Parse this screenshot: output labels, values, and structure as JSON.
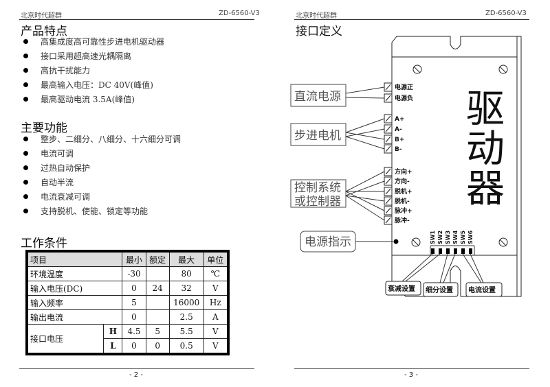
{
  "left_page": {
    "header_company": "北京时代超群",
    "header_model": "ZD-6560-V3",
    "features_title": "产品特点",
    "features": [
      "高集成度高可靠性步进电机驱动器",
      "接口采用超高速光耦隔离",
      "高抗干扰能力",
      "最高输入电压：DC 40V(峰值)",
      "最高驱动电流 3.5A(峰值)"
    ],
    "functions_title": "主要功能",
    "functions": [
      "整步、二细分、八细分、十六细分可调",
      "电流可调",
      "过热自动保护",
      "自动半流",
      "电流衰减可调",
      "支持脱机、使能、锁定等功能"
    ],
    "conditions_title": "工作条件",
    "table": {
      "headers": [
        "项目",
        "最小",
        "额定",
        "最大",
        "单位"
      ],
      "rows": [
        {
          "item": "环境温度",
          "min": "-30",
          "rated": "",
          "max": "80",
          "unit": "℃"
        },
        {
          "item": "输入电压(DC)",
          "min": "0",
          "rated": "24",
          "max": "32",
          "unit": "V"
        },
        {
          "item": "输入频率",
          "min": "5",
          "rated": "",
          "max": "16000",
          "unit": "Hz"
        },
        {
          "item": "输出电流",
          "min": "0",
          "rated": "",
          "max": "2.5",
          "unit": "A"
        }
      ],
      "interface": {
        "item": "接口电压",
        "H": {
          "label": "H",
          "min": "4.5",
          "rated": "5",
          "max": "5.5",
          "unit": "V"
        },
        "L": {
          "label": "L",
          "min": "0",
          "rated": "0",
          "max": "0.5",
          "unit": "V"
        }
      }
    },
    "page_number": "- 2 -"
  },
  "right_page": {
    "header_company": "北京时代超群",
    "header_model": "ZD-6560-V3",
    "title": "接口定义",
    "driver_label": [
      "驱",
      "动",
      "器"
    ],
    "groups": {
      "power": "直流电源",
      "motor": "步进电机",
      "control_1": "控制系统",
      "control_2": "或控制器",
      "indicator": "电源指示"
    },
    "terminals": [
      "电源正",
      "电源负",
      "A+",
      "A-",
      "B+",
      "B-",
      "方向+",
      "方向-",
      "脱机+",
      "脱机-",
      "脉冲+",
      "脉冲-"
    ],
    "switches": [
      "SW1",
      "SW2",
      "SW3",
      "SW4",
      "SW5",
      "SW6"
    ],
    "settings": [
      "衰减设置",
      "细分设置",
      "电流设置"
    ],
    "page_number": "- 3 -"
  }
}
